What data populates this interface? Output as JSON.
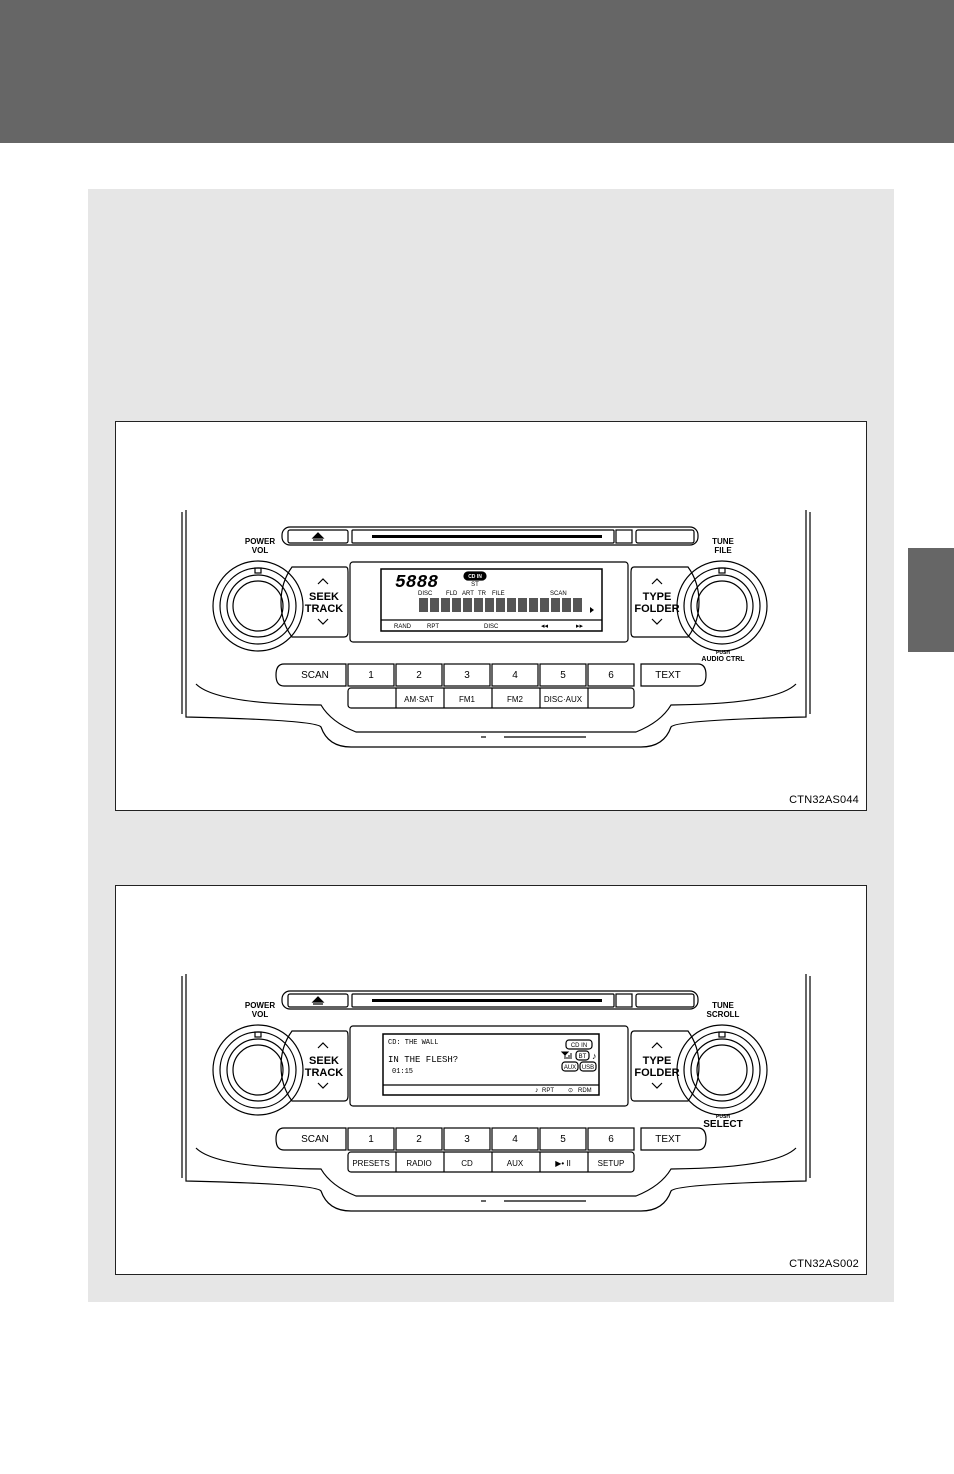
{
  "colors": {
    "header_bar": "#666666",
    "panel_background": "#e6e6e6",
    "side_tab": "#666666"
  },
  "figures": [
    {
      "code": "CTN32AS044",
      "left_knob_label_1": "POWER",
      "left_knob_label_2": "VOL",
      "right_knob_label_1": "TUNE",
      "right_knob_label_2": "FILE",
      "right_knob_push_1": "PUSH",
      "right_knob_push_2": "AUDIO CTRL",
      "seek_label_1": "SEEK",
      "seek_label_2": "TRACK",
      "type_label_1": "TYPE",
      "type_label_2": "FOLDER",
      "scan_label": "SCAN",
      "text_label": "TEXT",
      "preset_numbers": [
        "1",
        "2",
        "3",
        "4",
        "5",
        "6"
      ],
      "preset_sublabels": [
        "",
        "AM·SAT",
        "FM1",
        "FM2",
        "DISC·AUX",
        ""
      ],
      "display": {
        "disc_number": "5888",
        "cd_in_badge": "CD IN",
        "st_label": "ST",
        "indicators": [
          "DISC",
          "FLD",
          "ART",
          "TR",
          "FILE"
        ],
        "scan_indicator": "SCAN",
        "soft_keys": [
          "RAND",
          "RPT",
          "DISC",
          "◂◂",
          "▸▸"
        ]
      }
    },
    {
      "code": "CTN32AS002",
      "left_knob_label_1": "POWER",
      "left_knob_label_2": "VOL",
      "right_knob_label_1": "TUNE",
      "right_knob_label_2": "SCROLL",
      "right_knob_push_1": "PUSH",
      "right_knob_push_2": "SELECT",
      "seek_label_1": "SEEK",
      "seek_label_2": "TRACK",
      "type_label_1": "TYPE",
      "type_label_2": "FOLDER",
      "scan_label": "SCAN",
      "text_label": "TEXT",
      "preset_numbers": [
        "1",
        "2",
        "3",
        "4",
        "5",
        "6"
      ],
      "preset_sublabels": [
        "PRESETS",
        "RADIO",
        "CD",
        "AUX",
        "▶• II",
        "SETUP"
      ],
      "display": {
        "line1": "CD: THE WALL",
        "line2": "IN THE FLESH?",
        "line3": "01:15",
        "badges": [
          "CD IN",
          "BT",
          "AUX",
          "USB"
        ],
        "soft_keys": [
          "RPT",
          "RDM"
        ]
      }
    }
  ]
}
